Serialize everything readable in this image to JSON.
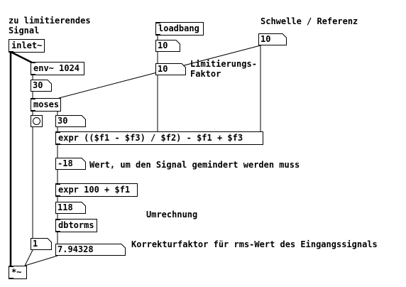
{
  "comments": {
    "signal": "zu limitierendes\nSignal",
    "reference": "Schwelle / Referenz",
    "factor": "Limitierungs-\nFaktor",
    "wert": "Wert, um den Signal gemindert werden muss",
    "umrechnung": "Umrechnung",
    "korrektur": "Korrekturfaktor für rms-Wert des Eingangssignals"
  },
  "objects": {
    "inlet": "inlet~",
    "loadbang": "loadbang",
    "env": "env~ 1024",
    "moses": "moses",
    "expr1": "expr (($f1 - $f3) / $f2) - $f1 + $f3",
    "expr2": "expr 100 + $f1",
    "dbtorms": "dbtorms",
    "mult": "*~"
  },
  "numbers": {
    "loadbang_out": "10",
    "reference": "10",
    "factor": "10",
    "env_out": "30",
    "moses_out": "30",
    "expr_out": "-18",
    "expr2_out": "118",
    "toggle_val": "1",
    "rms": "7.94328"
  }
}
